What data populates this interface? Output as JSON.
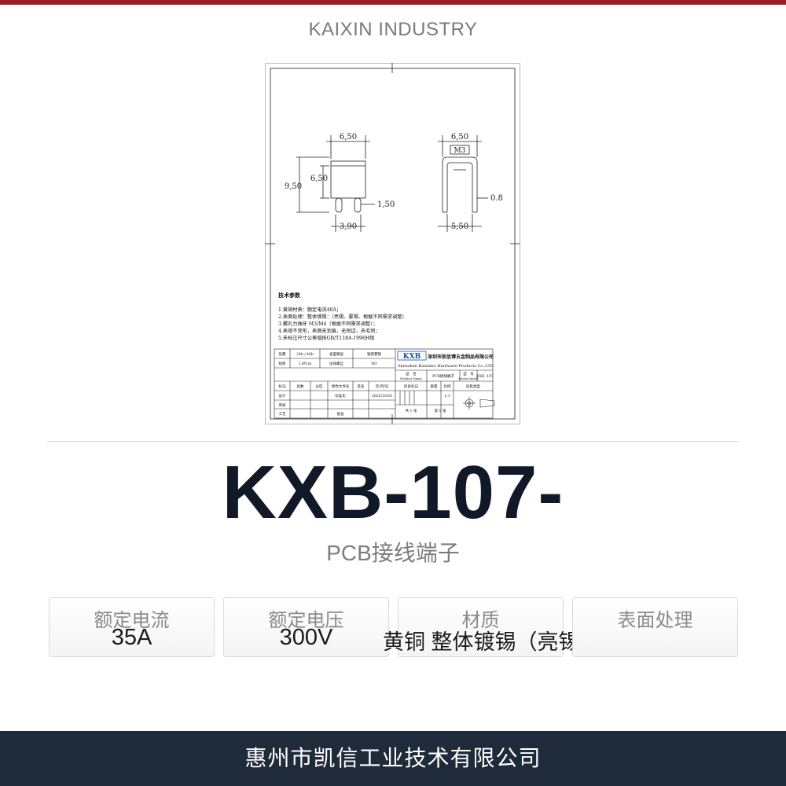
{
  "brand": "KAIXIN INDUSTRY",
  "drawing": {
    "dims": {
      "top_width_left": "6,50",
      "inner_height": "6,50",
      "total_height": "9,50",
      "pin_width": "1,50",
      "pin_span": "3,90",
      "top_width_right": "6,50",
      "thread": "M3",
      "thickness": "0.8",
      "bottom_width": "5,50"
    },
    "tech_title": "技术参数",
    "tech_lines": [
      "1.黄铜材质：额定电流40A；",
      "2.表面处理：整体镀锡：（亮锡、雾锡、根据不同需求调整）",
      "3.螺孔为抽牙 M3/M4（根据不同需求调整）；",
      "4.表观不变形，表面无划痕，无锐边，去毛刺；",
      "5.未标注尺寸公差值按GB/T1184-1996H级"
    ],
    "title_block": {
      "logo": "KXB",
      "company_cn": "深圳市凯信博五金制品有限公司",
      "company_en": "Shenzhen Kaixinbo Hardware Products Co.,LTD",
      "row1": [
        "盐雾",
        "24h / 48h",
        "表面镀层",
        "镀底雾锡"
      ],
      "row2": [
        "扭矩",
        "1.8N.m",
        "压线螺丝",
        "M3"
      ],
      "name_label": "品　名",
      "name_label_en": "Product Name",
      "name_value": "PCB接线端子",
      "model_label": "型　号",
      "model_label_en": "Product model",
      "model_value": "KXB -107",
      "headers": [
        "标记",
        "处数",
        "分区",
        "更改文件号",
        "签名",
        "年/月/日",
        "阶段标记",
        "重量",
        "比例",
        "投影类型"
      ],
      "scale": "1:1",
      "design": "设计",
      "standardize": "标准化",
      "date": "2022/10/20",
      "review": "审核",
      "process": "工艺",
      "approve": "批准",
      "sheets_total": "共 1 张",
      "sheet_no": "第 1 张"
    }
  },
  "product": {
    "model": "KXB-107-",
    "subtitle": "PCB接线端子"
  },
  "specs": [
    {
      "label": "额定电流",
      "value": "35A"
    },
    {
      "label": "额定电压",
      "value": "300V"
    },
    {
      "label": "材质",
      "value": "黄铜 整体镀锡（亮锡/雾锡可选）"
    },
    {
      "label": "表面处理",
      "value": ""
    }
  ],
  "footer": "惠州市凯信工业技术有限公司",
  "colors": {
    "accent_bar": "#9b1c24",
    "footer_bg": "#1f2a3a",
    "model_text": "#111827"
  }
}
